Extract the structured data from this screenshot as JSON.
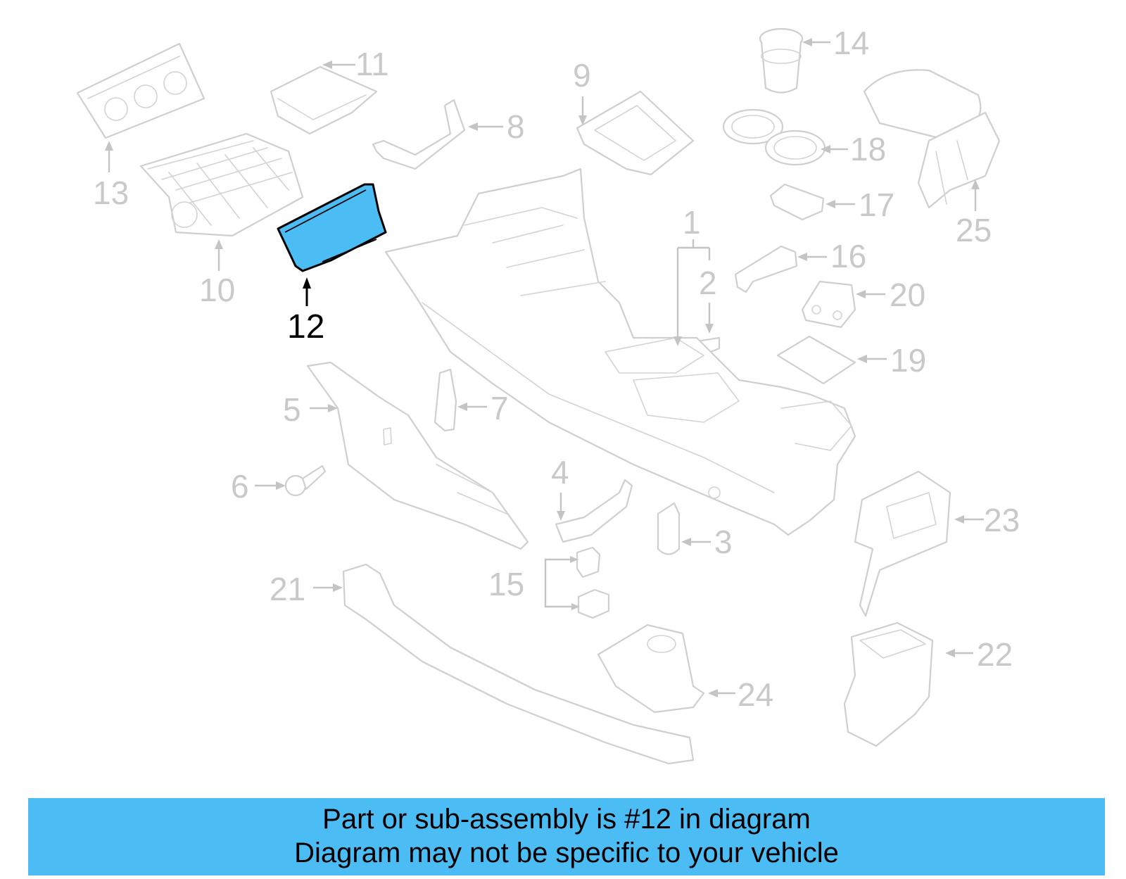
{
  "diagram": {
    "highlighted_part": "12",
    "highlight_color": "#4cbcf4",
    "callouts": [
      "1",
      "2",
      "3",
      "4",
      "5",
      "6",
      "7",
      "8",
      "9",
      "10",
      "11",
      "12",
      "13",
      "14",
      "15",
      "16",
      "17",
      "18",
      "19",
      "20",
      "21",
      "22",
      "23",
      "24",
      "25"
    ]
  },
  "banner": {
    "line1": "Part or sub-assembly is #12 in diagram",
    "line2": "Diagram may not be specific to your vehicle",
    "color": "#4cbcf4"
  }
}
